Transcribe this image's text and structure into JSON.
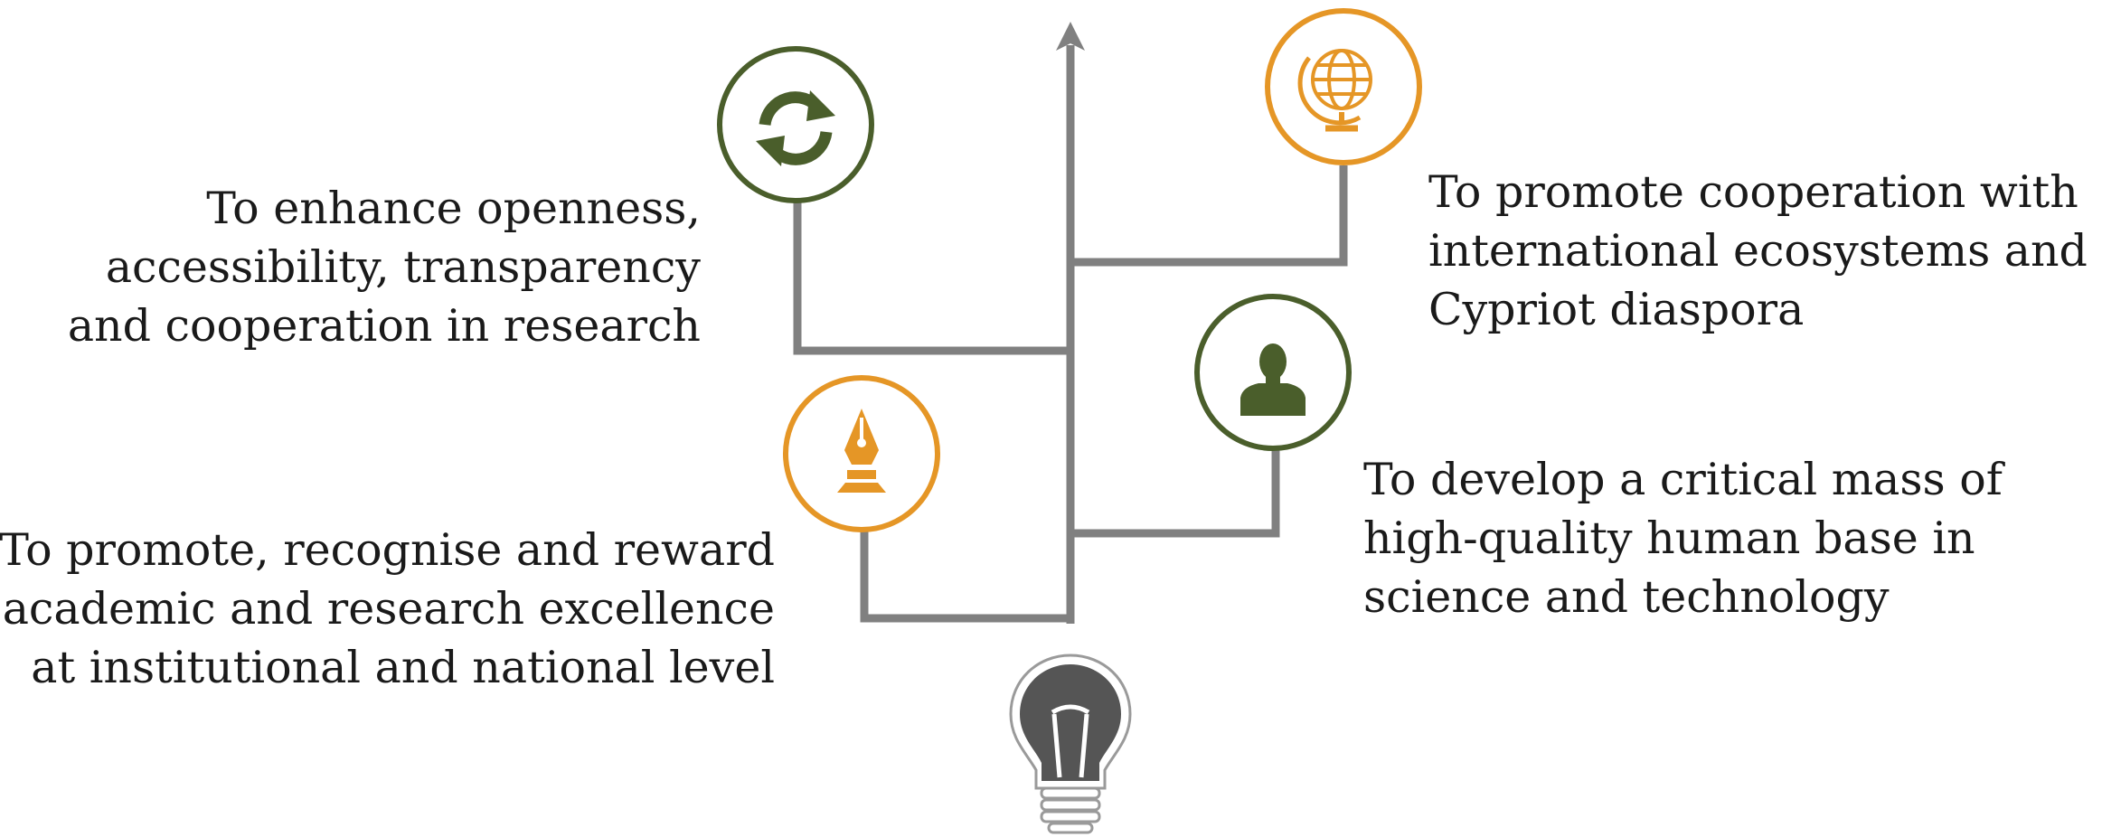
{
  "colors": {
    "line": "#808080",
    "green": "#4a5e2b",
    "orange": "#e59626",
    "bulb": "#555555",
    "bulb_outline": "#9a9a9a",
    "text": "#1a1a1a"
  },
  "goals": [
    {
      "id": "openness",
      "icon": "refresh-icon",
      "color": "green",
      "lines": [
        "To enhance openness,",
        "accessibility, transparency",
        "and cooperation in research"
      ]
    },
    {
      "id": "international",
      "icon": "globe-icon",
      "color": "orange",
      "lines": [
        "To promote cooperation with",
        "international ecosystems and",
        "Cypriot diaspora"
      ]
    },
    {
      "id": "excellence",
      "icon": "pen-nib-icon",
      "color": "orange",
      "lines": [
        "To promote, recognise and reward",
        "academic and research excellence",
        "at institutional and national level"
      ]
    },
    {
      "id": "human-base",
      "icon": "person-icon",
      "color": "green",
      "lines": [
        "To develop a critical mass of",
        "high-quality human base in",
        "science and technology"
      ]
    }
  ],
  "center_icon": "lightbulb-icon"
}
